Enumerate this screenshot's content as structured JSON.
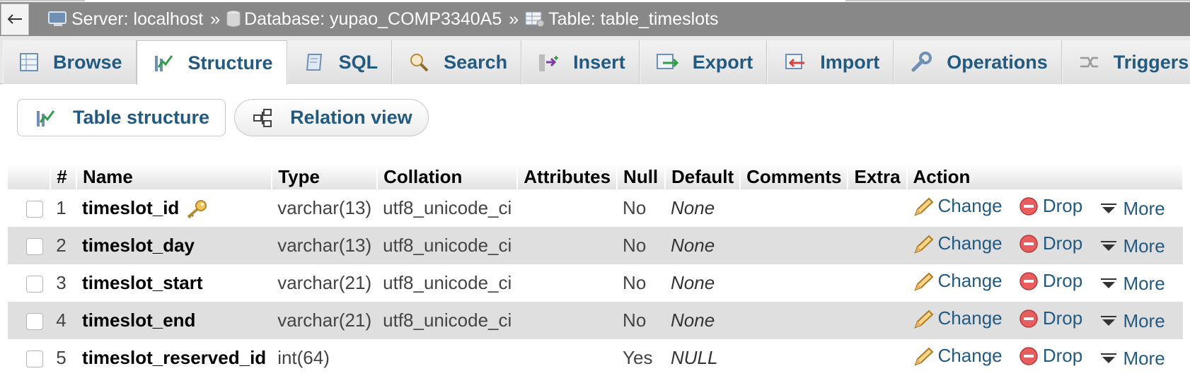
{
  "breadcrumb": {
    "server": "Server: localhost",
    "database": "Database: yupao_COMP3340A5",
    "table": "Table: table_timeslots",
    "separator": "»"
  },
  "tabs": [
    {
      "label": "Browse",
      "icon": "browse-icon"
    },
    {
      "label": "Structure",
      "icon": "structure-icon",
      "active": true
    },
    {
      "label": "SQL",
      "icon": "sql-icon"
    },
    {
      "label": "Search",
      "icon": "search-icon"
    },
    {
      "label": "Insert",
      "icon": "insert-icon"
    },
    {
      "label": "Export",
      "icon": "export-icon"
    },
    {
      "label": "Import",
      "icon": "import-icon"
    },
    {
      "label": "Operations",
      "icon": "operations-icon"
    },
    {
      "label": "Triggers",
      "icon": "triggers-icon"
    }
  ],
  "subnav": {
    "table_structure": "Table structure",
    "relation_view": "Relation view"
  },
  "table": {
    "headers": {
      "num": "#",
      "name": "Name",
      "type": "Type",
      "collation": "Collation",
      "attributes": "Attributes",
      "null": "Null",
      "default": "Default",
      "comments": "Comments",
      "extra": "Extra",
      "action": "Action"
    },
    "rows": [
      {
        "num": "1",
        "name": "timeslot_id",
        "type": "varchar(13)",
        "collation": "utf8_unicode_ci",
        "attributes": "",
        "null": "No",
        "default": "None",
        "comments": "",
        "extra": "",
        "primary_key": true
      },
      {
        "num": "2",
        "name": "timeslot_day",
        "type": "varchar(13)",
        "collation": "utf8_unicode_ci",
        "attributes": "",
        "null": "No",
        "default": "None",
        "comments": "",
        "extra": ""
      },
      {
        "num": "3",
        "name": "timeslot_start",
        "type": "varchar(21)",
        "collation": "utf8_unicode_ci",
        "attributes": "",
        "null": "No",
        "default": "None",
        "comments": "",
        "extra": ""
      },
      {
        "num": "4",
        "name": "timeslot_end",
        "type": "varchar(21)",
        "collation": "utf8_unicode_ci",
        "attributes": "",
        "null": "No",
        "default": "None",
        "comments": "",
        "extra": ""
      },
      {
        "num": "5",
        "name": "timeslot_reserved_id",
        "type": "int(64)",
        "collation": "",
        "attributes": "",
        "null": "Yes",
        "default": "NULL",
        "comments": "",
        "extra": ""
      }
    ],
    "actions": {
      "change": "Change",
      "drop": "Drop",
      "more": "More"
    }
  },
  "colors": {
    "link": "#235a81",
    "breadcrumb_bar": "#888888",
    "row_stripe": "#dfdfdf"
  }
}
